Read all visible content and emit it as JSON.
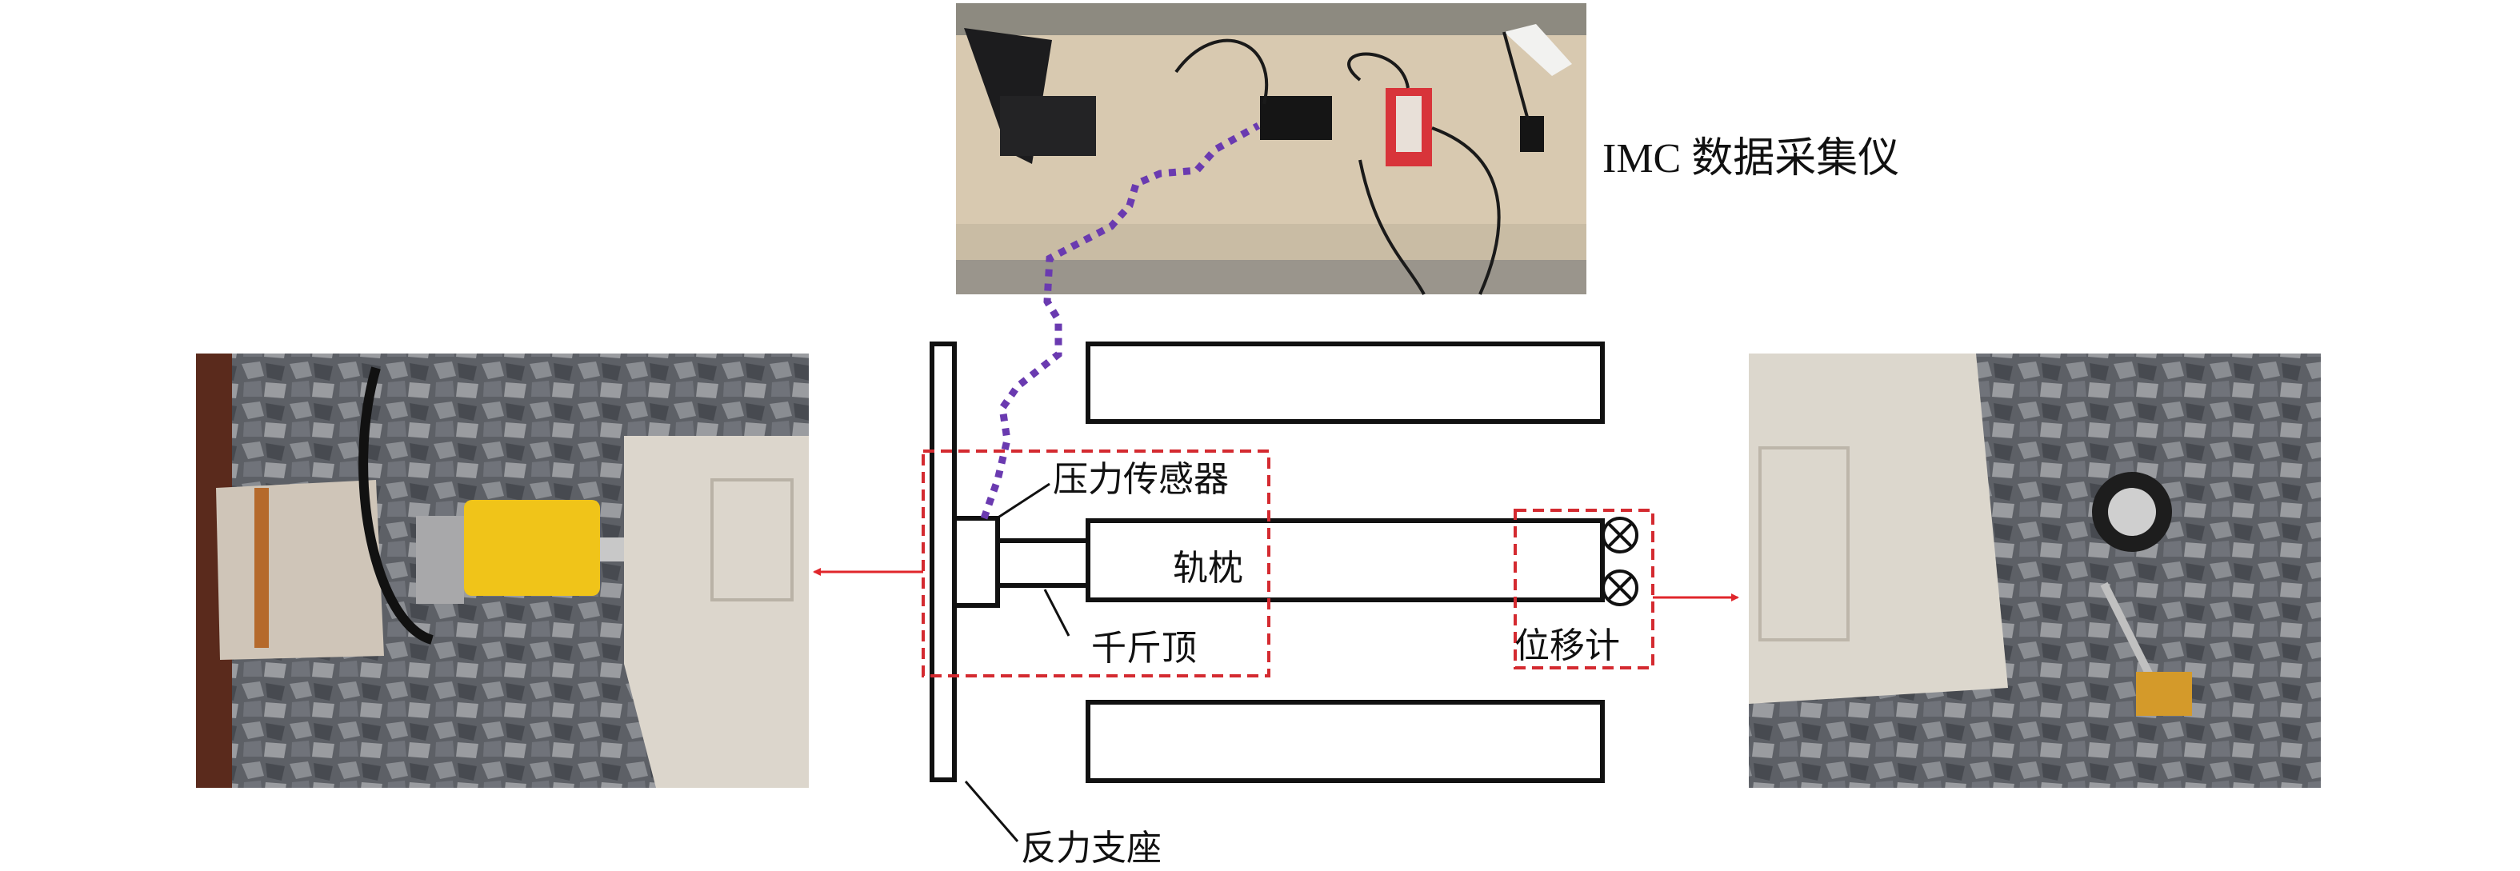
{
  "labels": {
    "daq": "IMC 数据采集仪",
    "pressure_sensor": "压力传感器",
    "sleeper": "轨枕",
    "jack": "千斤顶",
    "displacement_meter": "位移计",
    "reaction_support": "反力支座"
  },
  "colors": {
    "dashed_box": "#d42a30",
    "arrow": "#e0262b",
    "signal_line": "#6a3ab0",
    "outline": "#111111"
  }
}
